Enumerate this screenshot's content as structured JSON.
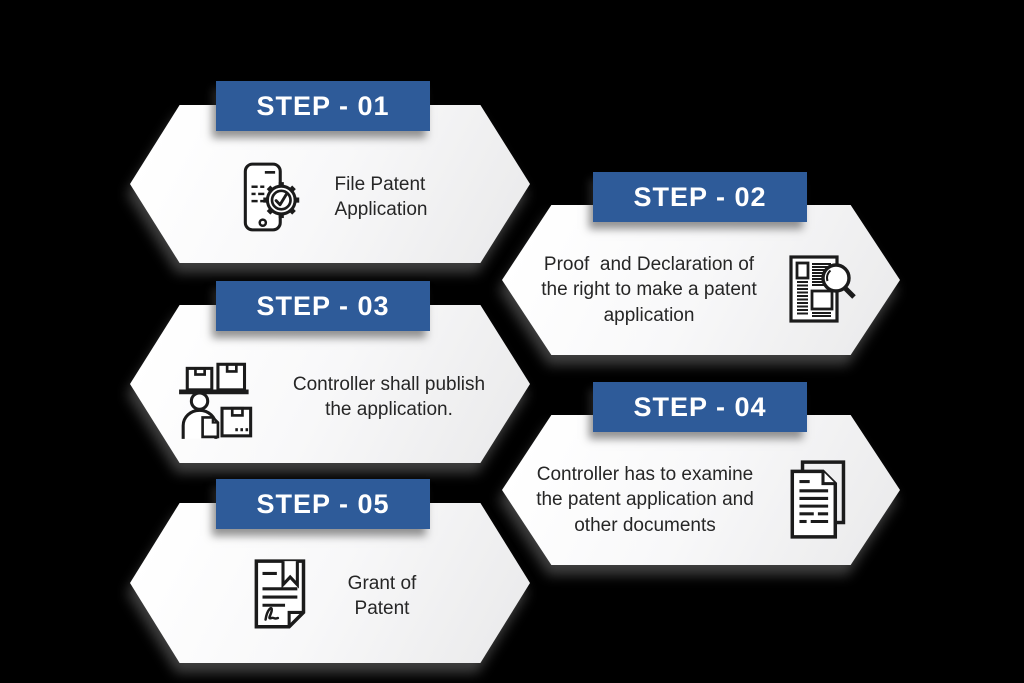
{
  "colors": {
    "background": "#000000",
    "banner_blue": "#2e5b99",
    "banner_text": "#ffffff",
    "body_text": "#262626",
    "hexagon_fill_light": "#ffffff",
    "hexagon_fill_dark": "#e9e9ea",
    "icon_stroke": "#1b1b1b"
  },
  "steps": [
    {
      "label": "STEP - 01",
      "description": "File Patent\nApplication",
      "icon": "phone-gear-check-icon",
      "side": "left"
    },
    {
      "label": "STEP - 02",
      "description": "Proof  and Declaration of\nthe right to make a patent\napplication",
      "icon": "newspaper-magnifier-icon",
      "side": "right"
    },
    {
      "label": "STEP - 03",
      "description": "Controller shall publish\nthe application.",
      "icon": "person-boxes-icon",
      "side": "left"
    },
    {
      "label": "STEP - 04",
      "description": "Controller has to examine\nthe patent application and\nother documents",
      "icon": "documents-stack-icon",
      "side": "right"
    },
    {
      "label": "STEP - 05",
      "description": "Grant of\nPatent",
      "icon": "certificate-signature-icon",
      "side": "left"
    }
  ]
}
